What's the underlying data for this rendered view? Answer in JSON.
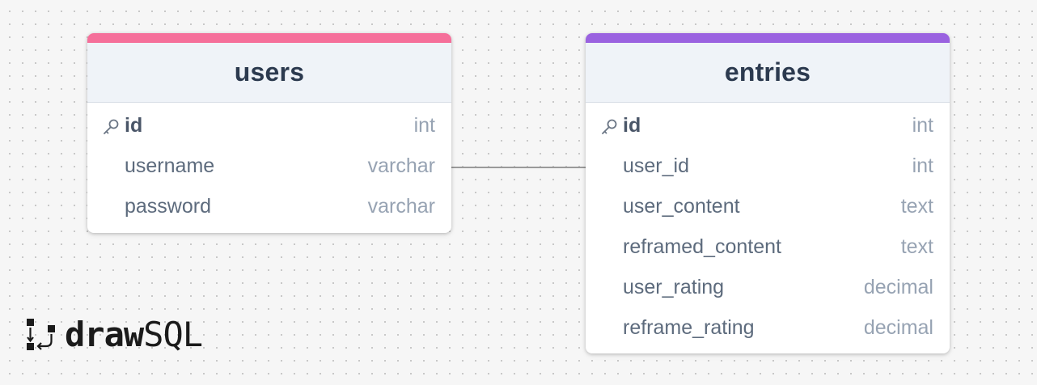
{
  "colors": {
    "users_accent": "#f56f9a",
    "entries_accent": "#9a62e0",
    "connector": "#9a9a9a"
  },
  "tables": {
    "users": {
      "name": "users",
      "columns": [
        {
          "name": "id",
          "type": "int",
          "primary_key": true
        },
        {
          "name": "username",
          "type": "varchar",
          "primary_key": false
        },
        {
          "name": "password",
          "type": "varchar",
          "primary_key": false
        }
      ]
    },
    "entries": {
      "name": "entries",
      "columns": [
        {
          "name": "id",
          "type": "int",
          "primary_key": true
        },
        {
          "name": "user_id",
          "type": "int",
          "primary_key": false
        },
        {
          "name": "user_content",
          "type": "text",
          "primary_key": false
        },
        {
          "name": "reframed_content",
          "type": "text",
          "primary_key": false
        },
        {
          "name": "user_rating",
          "type": "decimal",
          "primary_key": false
        },
        {
          "name": "reframe_rating",
          "type": "decimal",
          "primary_key": false
        }
      ]
    }
  },
  "relationship": {
    "from": "users",
    "to": "entries"
  },
  "logo": {
    "draw": "draw",
    "sql": "SQL"
  }
}
